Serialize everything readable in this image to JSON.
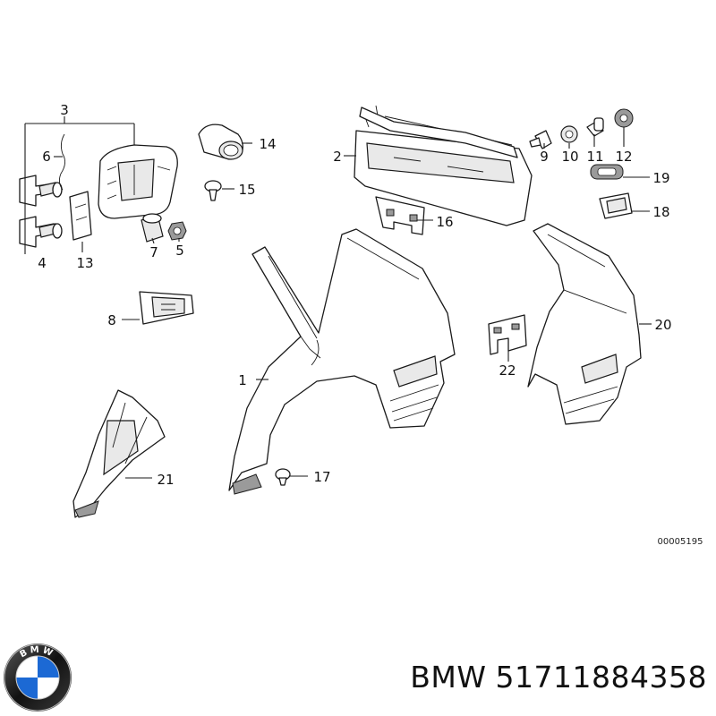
{
  "diagram": {
    "labels": {
      "l1": "1",
      "l2": "2",
      "l3": "3",
      "l4": "4",
      "l5": "5",
      "l6": "6",
      "l7": "7",
      "l8": "8",
      "l9": "9",
      "l10": "10",
      "l11": "11",
      "l12": "12",
      "l13": "13",
      "l14": "14",
      "l15": "15",
      "l16": "16",
      "l17": "17",
      "l18": "18",
      "l19": "19",
      "l20": "20",
      "l21": "21",
      "l22": "22"
    },
    "drawing_code": "00005195"
  },
  "footer": {
    "brand": "BMW",
    "part_number": "51711884358",
    "logo_text": "BMW",
    "colors": {
      "blue": "#1c69d4",
      "ring": "#111111",
      "white": "#ffffff"
    }
  }
}
